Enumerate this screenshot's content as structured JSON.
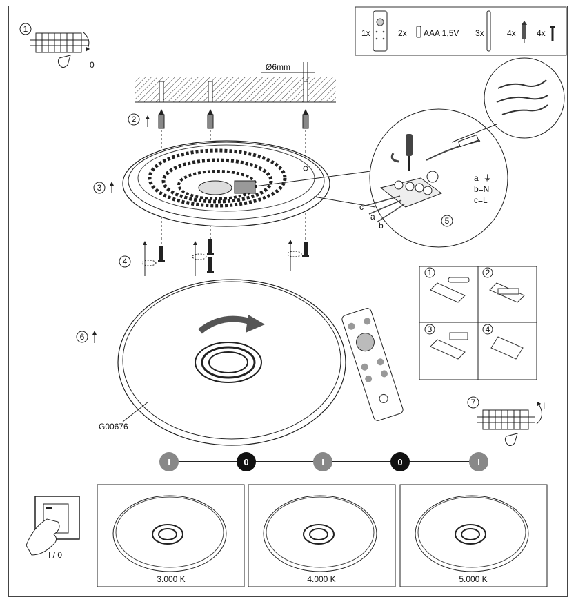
{
  "steps": {
    "step1": {
      "number": "1",
      "state": "0"
    },
    "step2": {
      "number": "2"
    },
    "step3": {
      "number": "3"
    },
    "step4": {
      "number": "4"
    },
    "step5": {
      "number": "5"
    },
    "step6": {
      "number": "6"
    },
    "step7": {
      "number": "7",
      "state": "I"
    }
  },
  "parts_box": {
    "items": [
      {
        "qty": "1x",
        "icon": "remote-control-icon"
      },
      {
        "qty": "2x",
        "icon": "battery-icon",
        "label": "AAA 1,5V"
      },
      {
        "qty": "3x",
        "icon": "rod-icon"
      },
      {
        "qty": "4x",
        "icon": "wall-plug-icon"
      },
      {
        "qty": "4x",
        "icon": "screw-icon"
      }
    ]
  },
  "drill": {
    "diameter_label": "Ø6mm"
  },
  "wiring": {
    "legend": [
      "a=⏚",
      "b=N",
      "c=L"
    ],
    "wire_letters": [
      "c",
      "a",
      "b"
    ]
  },
  "battery_panel": {
    "numbers": [
      "1",
      "2",
      "3",
      "4"
    ]
  },
  "model": "G00676",
  "switch": {
    "label": "I / 0"
  },
  "sequence": {
    "nodes": [
      "I",
      "0",
      "I",
      "0",
      "I"
    ],
    "colors": {
      "on": "#888888",
      "off": "#111111"
    }
  },
  "color_temps": [
    "3.000 K",
    "4.000 K",
    "5.000 K"
  ]
}
